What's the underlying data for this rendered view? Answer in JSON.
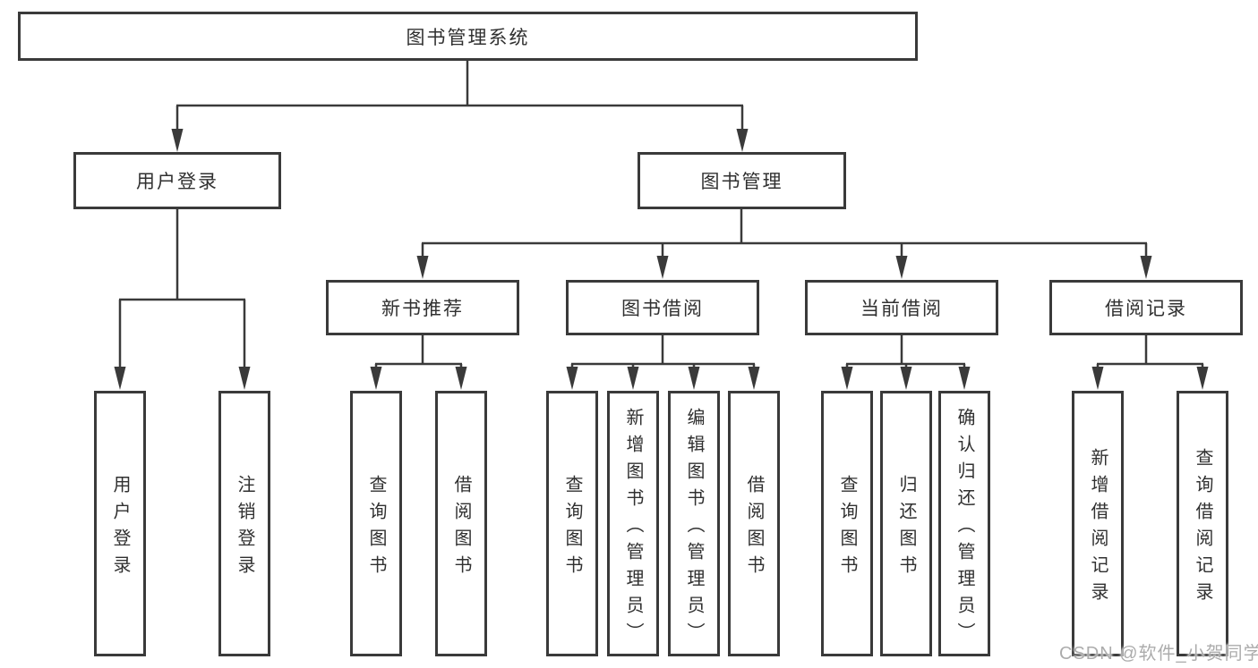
{
  "tree": {
    "root": {
      "label": "图书管理系统",
      "children": [
        {
          "label": "用户登录",
          "children": [
            {
              "label": "用户登录"
            },
            {
              "label": "注销登录"
            }
          ]
        },
        {
          "label": "图书管理",
          "children": [
            {
              "label": "新书推荐",
              "children": [
                {
                  "label": "查询图书"
                },
                {
                  "label": "借阅图书"
                }
              ]
            },
            {
              "label": "图书借阅",
              "children": [
                {
                  "label": "查询图书"
                },
                {
                  "label": "新增图书（管理员）"
                },
                {
                  "label": "编辑图书（管理员）"
                },
                {
                  "label": "借阅图书"
                }
              ]
            },
            {
              "label": "当前借阅",
              "children": [
                {
                  "label": "查询图书"
                },
                {
                  "label": "归还图书"
                },
                {
                  "label": "确认归还（管理员）"
                }
              ]
            },
            {
              "label": "借阅记录",
              "children": [
                {
                  "label": "新增借阅记录"
                },
                {
                  "label": "查询借阅记录"
                }
              ]
            }
          ]
        }
      ]
    }
  },
  "watermark": "CSDN @软件_小贺同学",
  "colors": {
    "line": "#3a3a3a",
    "text": "#303030",
    "box_fill": "#ffffff",
    "watermark": "#acacac",
    "background": "#ffffff"
  }
}
